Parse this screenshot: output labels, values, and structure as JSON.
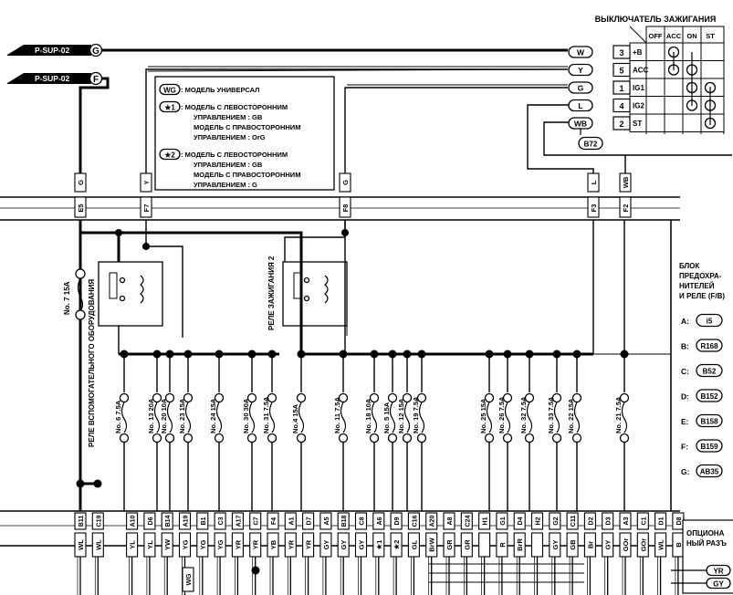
{
  "switch": {
    "title": "ВЫКЛЮЧАТЕЛЬ ЗАЖИГАНИЯ",
    "cols": [
      "OFF",
      "ACC",
      "ON",
      "ST"
    ],
    "rows": [
      {
        "wire": "W",
        "pin": "3",
        "term": "+B"
      },
      {
        "wire": "Y",
        "pin": "5",
        "term": "ACC"
      },
      {
        "wire": "G",
        "pin": "1",
        "term": "IG1"
      },
      {
        "wire": "L",
        "pin": "4",
        "term": "IG2"
      },
      {
        "wire": "WB",
        "pin": "2",
        "term": "ST"
      }
    ],
    "connector": "B72"
  },
  "sources": [
    {
      "label": "P-SUP-02",
      "letter": "G"
    },
    {
      "label": "P-SUP-02",
      "letter": "F"
    }
  ],
  "legend": [
    {
      "key": "WG",
      "text": [
        ": МОДЕЛЬ УНИВЕРСАЛ"
      ]
    },
    {
      "key": "★1",
      "text": [
        ": МОДЕЛЬ С ЛЕВОСТОРОННИМ",
        "УПРАВЛЕНИЕМ : GB",
        "МОДЕЛЬ С ПРАВОСТОРОННИМ",
        "УПРАВЛЕНИЕМ : OrG"
      ]
    },
    {
      "key": "★2",
      "text": [
        ": МОДЕЛЬ С ЛЕВОСТОРОННИМ",
        "УПРАВЛЕНИЕМ : GB",
        "МОДЕЛЬ С ПРАВОСТОРОННИМ",
        "УПРАВЛЕНИЕМ : G"
      ]
    }
  ],
  "topPins": [
    {
      "wire": "G",
      "pin": "E5"
    },
    {
      "wire": "Y",
      "pin": "F7"
    },
    {
      "wire": "G",
      "pin": "F8"
    },
    {
      "wire": "L",
      "pin": "F3"
    },
    {
      "wire": "WB",
      "pin": "F2"
    }
  ],
  "relays": {
    "aux": "РЕЛЕ ВСПОМОГАТЕЛЬНОГО ОБОРУДОВАНИЯ",
    "ign2": "РЕЛЕ ЗАЖИГАНИЯ 2"
  },
  "fuse7": "No. 7 15A",
  "fuses": [
    "No. 6 7.5A",
    "No. 13 20A",
    "No. 20 10A",
    "No. 23 15A",
    "No. 24 15A",
    "No. 30 30A",
    "No. 31 7.5A",
    "No.4 15A",
    "No. 11 7.5A",
    "No. 18 10A",
    "No. 5 15A",
    "No. 12 15A",
    "No. 19 7.5A",
    "No. 25 15A",
    "No. 26 7.5A",
    "No. 32 7.5A",
    "No. 33 7.5A",
    "No. 22 15A",
    "No. 21 7.5A"
  ],
  "fuseBox": {
    "title": [
      "БЛОК",
      "ПРЕДОХРА-",
      "НИТЕЛЕЙ",
      "И РЕЛЕ (F/B)"
    ],
    "items": [
      {
        "k": "A:",
        "v": "i5"
      },
      {
        "k": "B:",
        "v": "R168"
      },
      {
        "k": "C:",
        "v": "B52"
      },
      {
        "k": "D:",
        "v": "B152"
      },
      {
        "k": "E:",
        "v": "B158"
      },
      {
        "k": "F:",
        "v": "B159"
      },
      {
        "k": "G:",
        "v": "AB35"
      }
    ]
  },
  "bottomPins": [
    "B11",
    "C19",
    "A10",
    "D6",
    "B14",
    "A19",
    "B1",
    "C3",
    "A17",
    "C7",
    "F4",
    "A1",
    "D7",
    "A5",
    "B18",
    "C8",
    "A6",
    "D9",
    "C16",
    "A20",
    "A8",
    "C24",
    "H1",
    "G1",
    "D4",
    "H2",
    "G2",
    "C11",
    "D2",
    "D3",
    "A3",
    "C1",
    "D1",
    "D8"
  ],
  "bottomWires": [
    "WL",
    "WL",
    "YL",
    "YL",
    "YW",
    "YG",
    "YG",
    "YG",
    "YR",
    "YR",
    "YB",
    "YR",
    "YR",
    "GY",
    "GY",
    "GY",
    "★1",
    "★2",
    "GL",
    "BrW",
    "GR",
    "GR",
    "",
    "R",
    "BrR",
    "",
    "GY",
    "GB",
    "Br",
    "GY",
    "GOr",
    "GOr",
    "WL",
    "B"
  ],
  "wgTag": "WG",
  "optional": {
    "title": [
      "ОПЦИОНА",
      "НЫЙ РАЗЪ"
    ],
    "wires": [
      "YR",
      "GY"
    ]
  }
}
